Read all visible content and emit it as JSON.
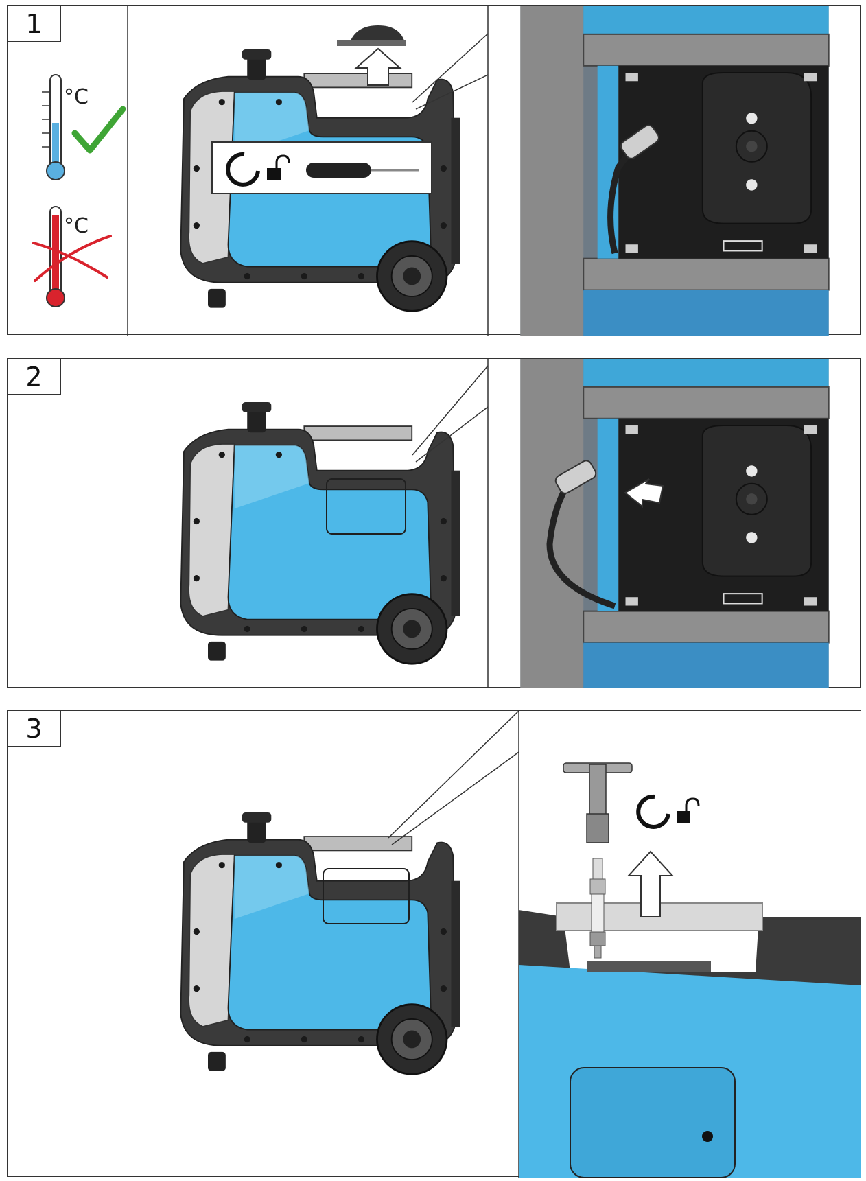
{
  "steps": [
    {
      "number": "1",
      "thermo_unit_top": "°C",
      "thermo_unit_bottom": "°C"
    },
    {
      "number": "2"
    },
    {
      "number": "3"
    }
  ],
  "colors": {
    "blue": "#4db8e8",
    "blue_dark": "#2d8fc4",
    "housing_dark": "#3a3a3a",
    "check_green": "#3fa535",
    "cross_red": "#d9232d",
    "thermo_blue": "#5ab0e0",
    "thermo_red": "#d9232d"
  },
  "icons": [
    "thermometer-ok-icon",
    "check-icon",
    "thermometer-hot-icon",
    "cross-icon",
    "rotate-unlock-icon",
    "screwdriver-icon",
    "arrow-up-icon",
    "arrow-left-icon",
    "socket-wrench-icon",
    "spark-plug-icon"
  ]
}
